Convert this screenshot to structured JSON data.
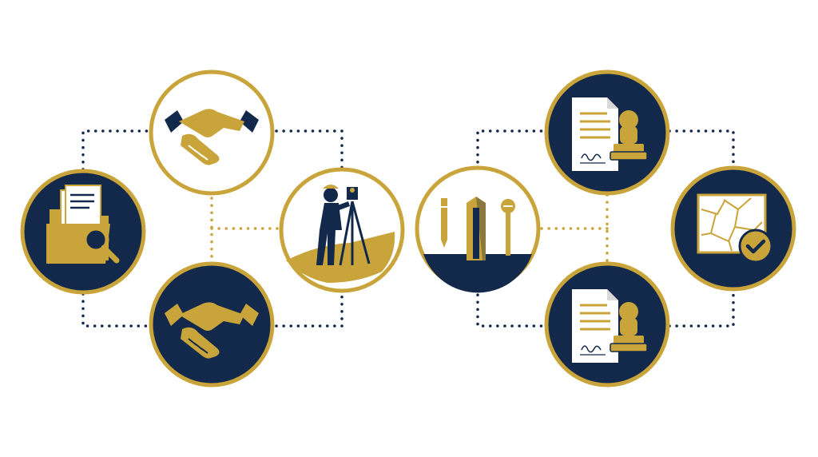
{
  "colors": {
    "navy": "#13294b",
    "gold": "#c9a43a",
    "background": "#ffffff",
    "connector": "#13294b",
    "connector_alt": "#c9a43a"
  },
  "diagram": {
    "left_group": {
      "nodes": [
        {
          "id": "document-search",
          "icon": "folder-search-icon",
          "style": "navy-fill"
        },
        {
          "id": "agreement",
          "icon": "handshake-icon",
          "style": "white-fill"
        },
        {
          "id": "negotiation",
          "icon": "handshake-icon",
          "style": "navy-fill"
        },
        {
          "id": "field-survey",
          "icon": "surveyor-icon",
          "style": "white-fill"
        }
      ]
    },
    "right_group": {
      "nodes": [
        {
          "id": "boundary-markers",
          "icon": "boundary-marker-icon",
          "style": "white-fill"
        },
        {
          "id": "signed-deed",
          "icon": "document-stamp-icon",
          "style": "navy-fill"
        },
        {
          "id": "approved-deed",
          "icon": "document-stamp-icon",
          "style": "navy-fill"
        },
        {
          "id": "verified-map",
          "icon": "map-check-icon",
          "style": "navy-fill"
        }
      ]
    }
  }
}
